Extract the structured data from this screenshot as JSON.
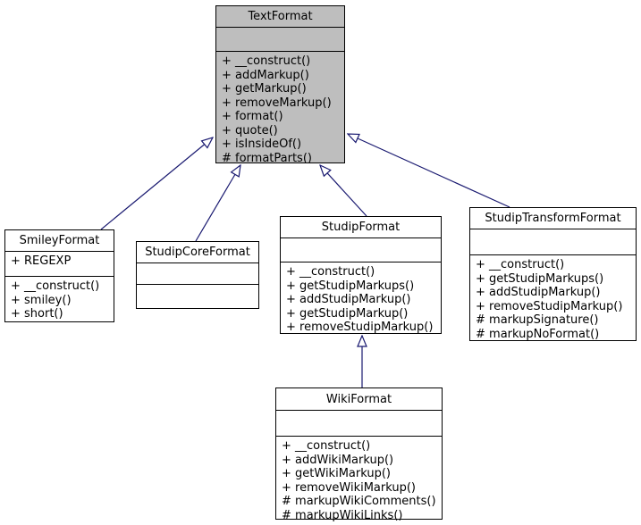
{
  "diagram": {
    "kind": "uml-class-inheritance-graph",
    "background_color": "#FFFFFF",
    "edge_color": "#191970",
    "box_border_color": "#000000",
    "highlighted_class_fill": "#BEBEBE",
    "plain_class_fill": "#FFFFFF",
    "arrowhead_style": "hollow-triangle"
  },
  "classes": [
    {
      "name": "TextFormat",
      "highlighted": true,
      "attributes": [],
      "methods": [
        "+ __construct()",
        "+ addMarkup()",
        "+ getMarkup()",
        "+ removeMarkup()",
        "+ format()",
        "+ quote()",
        "+ isInsideOf()",
        "# formatParts()"
      ]
    },
    {
      "name": "SmileyFormat",
      "highlighted": false,
      "attributes": [
        "+ REGEXP"
      ],
      "methods": [
        "+ __construct()",
        "+ smiley()",
        "+ short()"
      ]
    },
    {
      "name": "StudipCoreFormat",
      "highlighted": false,
      "attributes": [],
      "methods": []
    },
    {
      "name": "StudipFormat",
      "highlighted": false,
      "attributes": [],
      "methods": [
        "+ __construct()",
        "+ getStudipMarkups()",
        "+ addStudipMarkup()",
        "+ getStudipMarkup()",
        "+ removeStudipMarkup()"
      ]
    },
    {
      "name": "StudipTransformFormat",
      "highlighted": false,
      "attributes": [],
      "methods": [
        "+ __construct()",
        "+ getStudipMarkups()",
        "+ addStudipMarkup()",
        "+ removeStudipMarkup()",
        "# markupSignature()",
        "# markupNoFormat()"
      ]
    },
    {
      "name": "WikiFormat",
      "highlighted": false,
      "attributes": [],
      "methods": [
        "+ __construct()",
        "+ addWikiMarkup()",
        "+ getWikiMarkup()",
        "+ removeWikiMarkup()",
        "# markupWikiComments()",
        "# markupWikiLinks()"
      ]
    }
  ],
  "edges": [
    {
      "from": "SmileyFormat",
      "to": "TextFormat",
      "relation": "inherits"
    },
    {
      "from": "StudipCoreFormat",
      "to": "TextFormat",
      "relation": "inherits"
    },
    {
      "from": "StudipFormat",
      "to": "TextFormat",
      "relation": "inherits"
    },
    {
      "from": "StudipTransformFormat",
      "to": "TextFormat",
      "relation": "inherits"
    },
    {
      "from": "WikiFormat",
      "to": "StudipFormat",
      "relation": "inherits"
    }
  ]
}
